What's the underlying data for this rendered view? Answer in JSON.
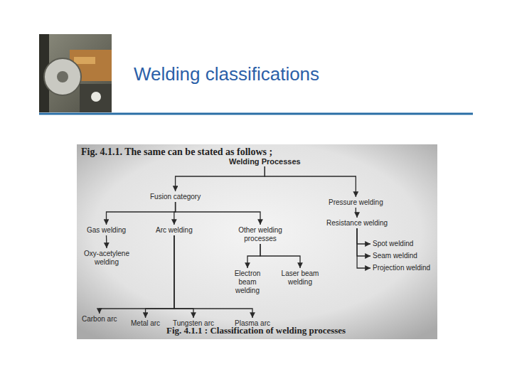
{
  "diagram": {
    "title": "Welding classifications",
    "caption": "Fig. 4.1.1 : Classification of welding processes",
    "nodes": [
      {
        "text": [
          "Welding Processes"
        ]
      },
      {
        "text": [
          "Fusion category"
        ]
      },
      {
        "text": [
          "Pressure welding"
        ]
      },
      {
        "text": [
          "Gas welding"
        ]
      },
      {
        "text": [
          "Arc welding"
        ]
      },
      {
        "text": [
          "Other welding processes"
        ]
      },
      {
        "text": [
          "Resistance welding"
        ]
      },
      {
        "text": [
          "Oxy-acetylene welding"
        ]
      },
      {
        "text": [
          "Spot weldind"
        ]
      },
      {
        "text": [
          "Seam weldind"
        ]
      },
      {
        "text": [
          "Projection weldind"
        ]
      },
      {
        "text": [
          "Electron beam welding"
        ]
      },
      {
        "text": [
          "Laser beam welding"
        ]
      },
      {
        "text": [
          "Carbon arc"
        ]
      },
      {
        "text": [
          "Metal arc"
        ]
      },
      {
        "text": [
          "Tungsten arc"
        ]
      },
      {
        "text": [
          "Plasma arc"
        ]
      }
    ],
    "edges": [
      {
        "from": 0,
        "to": 1,
        "arrow": "to"
      },
      {
        "from": 0,
        "to": 2,
        "arrow": "to"
      },
      {
        "from": 1,
        "to": 3,
        "arrow": "to"
      },
      {
        "from": 1,
        "to": 4,
        "arrow": "to"
      },
      {
        "from": 1,
        "to": 5,
        "arrow": "to"
      },
      {
        "from": 2,
        "to": 6,
        "arrow": "to"
      },
      {
        "from": 3,
        "to": 7,
        "arrow": "to"
      },
      {
        "from": 6,
        "to": 8,
        "arrow": "to"
      },
      {
        "from": 6,
        "to": 9,
        "arrow": "to"
      },
      {
        "from": 6,
        "to": 10,
        "arrow": "to"
      },
      {
        "from": 5,
        "to": 11,
        "arrow": "to"
      },
      {
        "from": 5,
        "to": 12,
        "arrow": "to"
      },
      {
        "from": 4,
        "to": 13,
        "arrow": "to"
      },
      {
        "from": 4,
        "to": 14,
        "arrow": "to"
      },
      {
        "from": 4,
        "to": 15,
        "arrow": "to"
      },
      {
        "from": 4,
        "to": 16,
        "arrow": "to"
      }
    ],
    "labels": [
      "Fig. 4.1.1. The same can be stated as follows ;"
    ]
  }
}
